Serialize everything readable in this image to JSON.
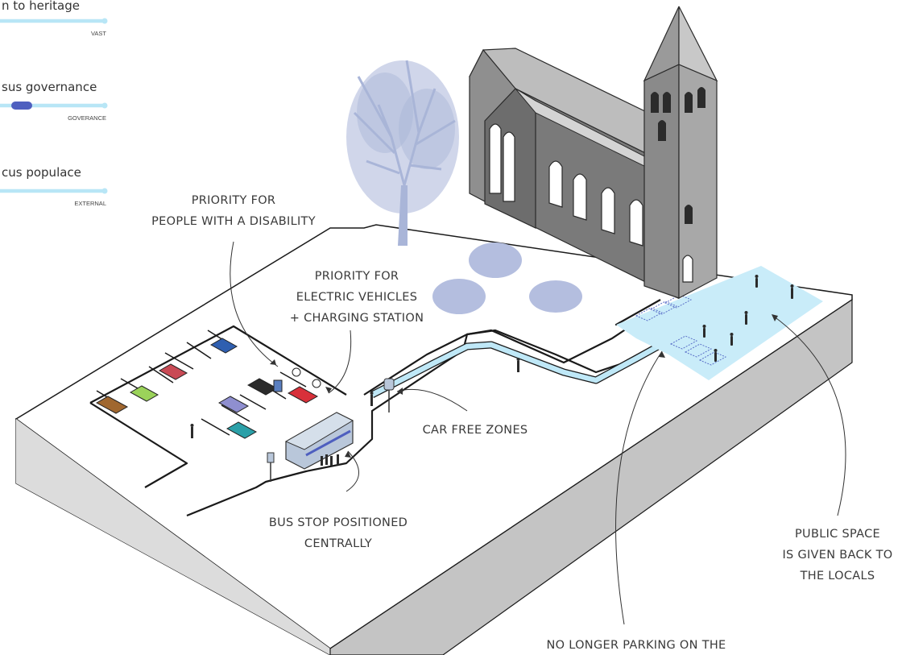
{
  "sliders": [
    {
      "label": "n to heritage",
      "end_label": "VAST",
      "value": null
    },
    {
      "label": "sus governance",
      "end_label": "GOVERANCE",
      "value": 0.2
    },
    {
      "label": "cus populace",
      "end_label": "EXTERNAL",
      "value": null
    }
  ],
  "callouts": {
    "disability": [
      "PRIORITY FOR",
      "PEOPLE WITH A DISABILITY"
    ],
    "electric": [
      "PRIORITY FOR",
      "ELECTRIC VEHICLES",
      "+ CHARGING STATION"
    ],
    "car_free": [
      "CAR FREE ZONES"
    ],
    "bus_stop": [
      "BUS STOP POSITIONED",
      "CENTRALLY"
    ],
    "public_space": [
      "PUBLIC SPACE",
      "IS GIVEN BACK TO",
      "THE LOCALS"
    ],
    "no_parking": [
      "NO LONGER PARKING ON THE"
    ]
  },
  "colors": {
    "ground_top": "#ffffff",
    "ground_left": "#dcdcdc",
    "ground_right": "#c4c4c4",
    "church_wall": "#7a7a7a",
    "church_roof": "#bdbdbd",
    "path": "#bfe8f7",
    "plaza": "#c9ecf9",
    "tree": "#a9b5d8",
    "slider_track": "#b8e6f6",
    "slider_thumb": "#4e5fbf"
  }
}
